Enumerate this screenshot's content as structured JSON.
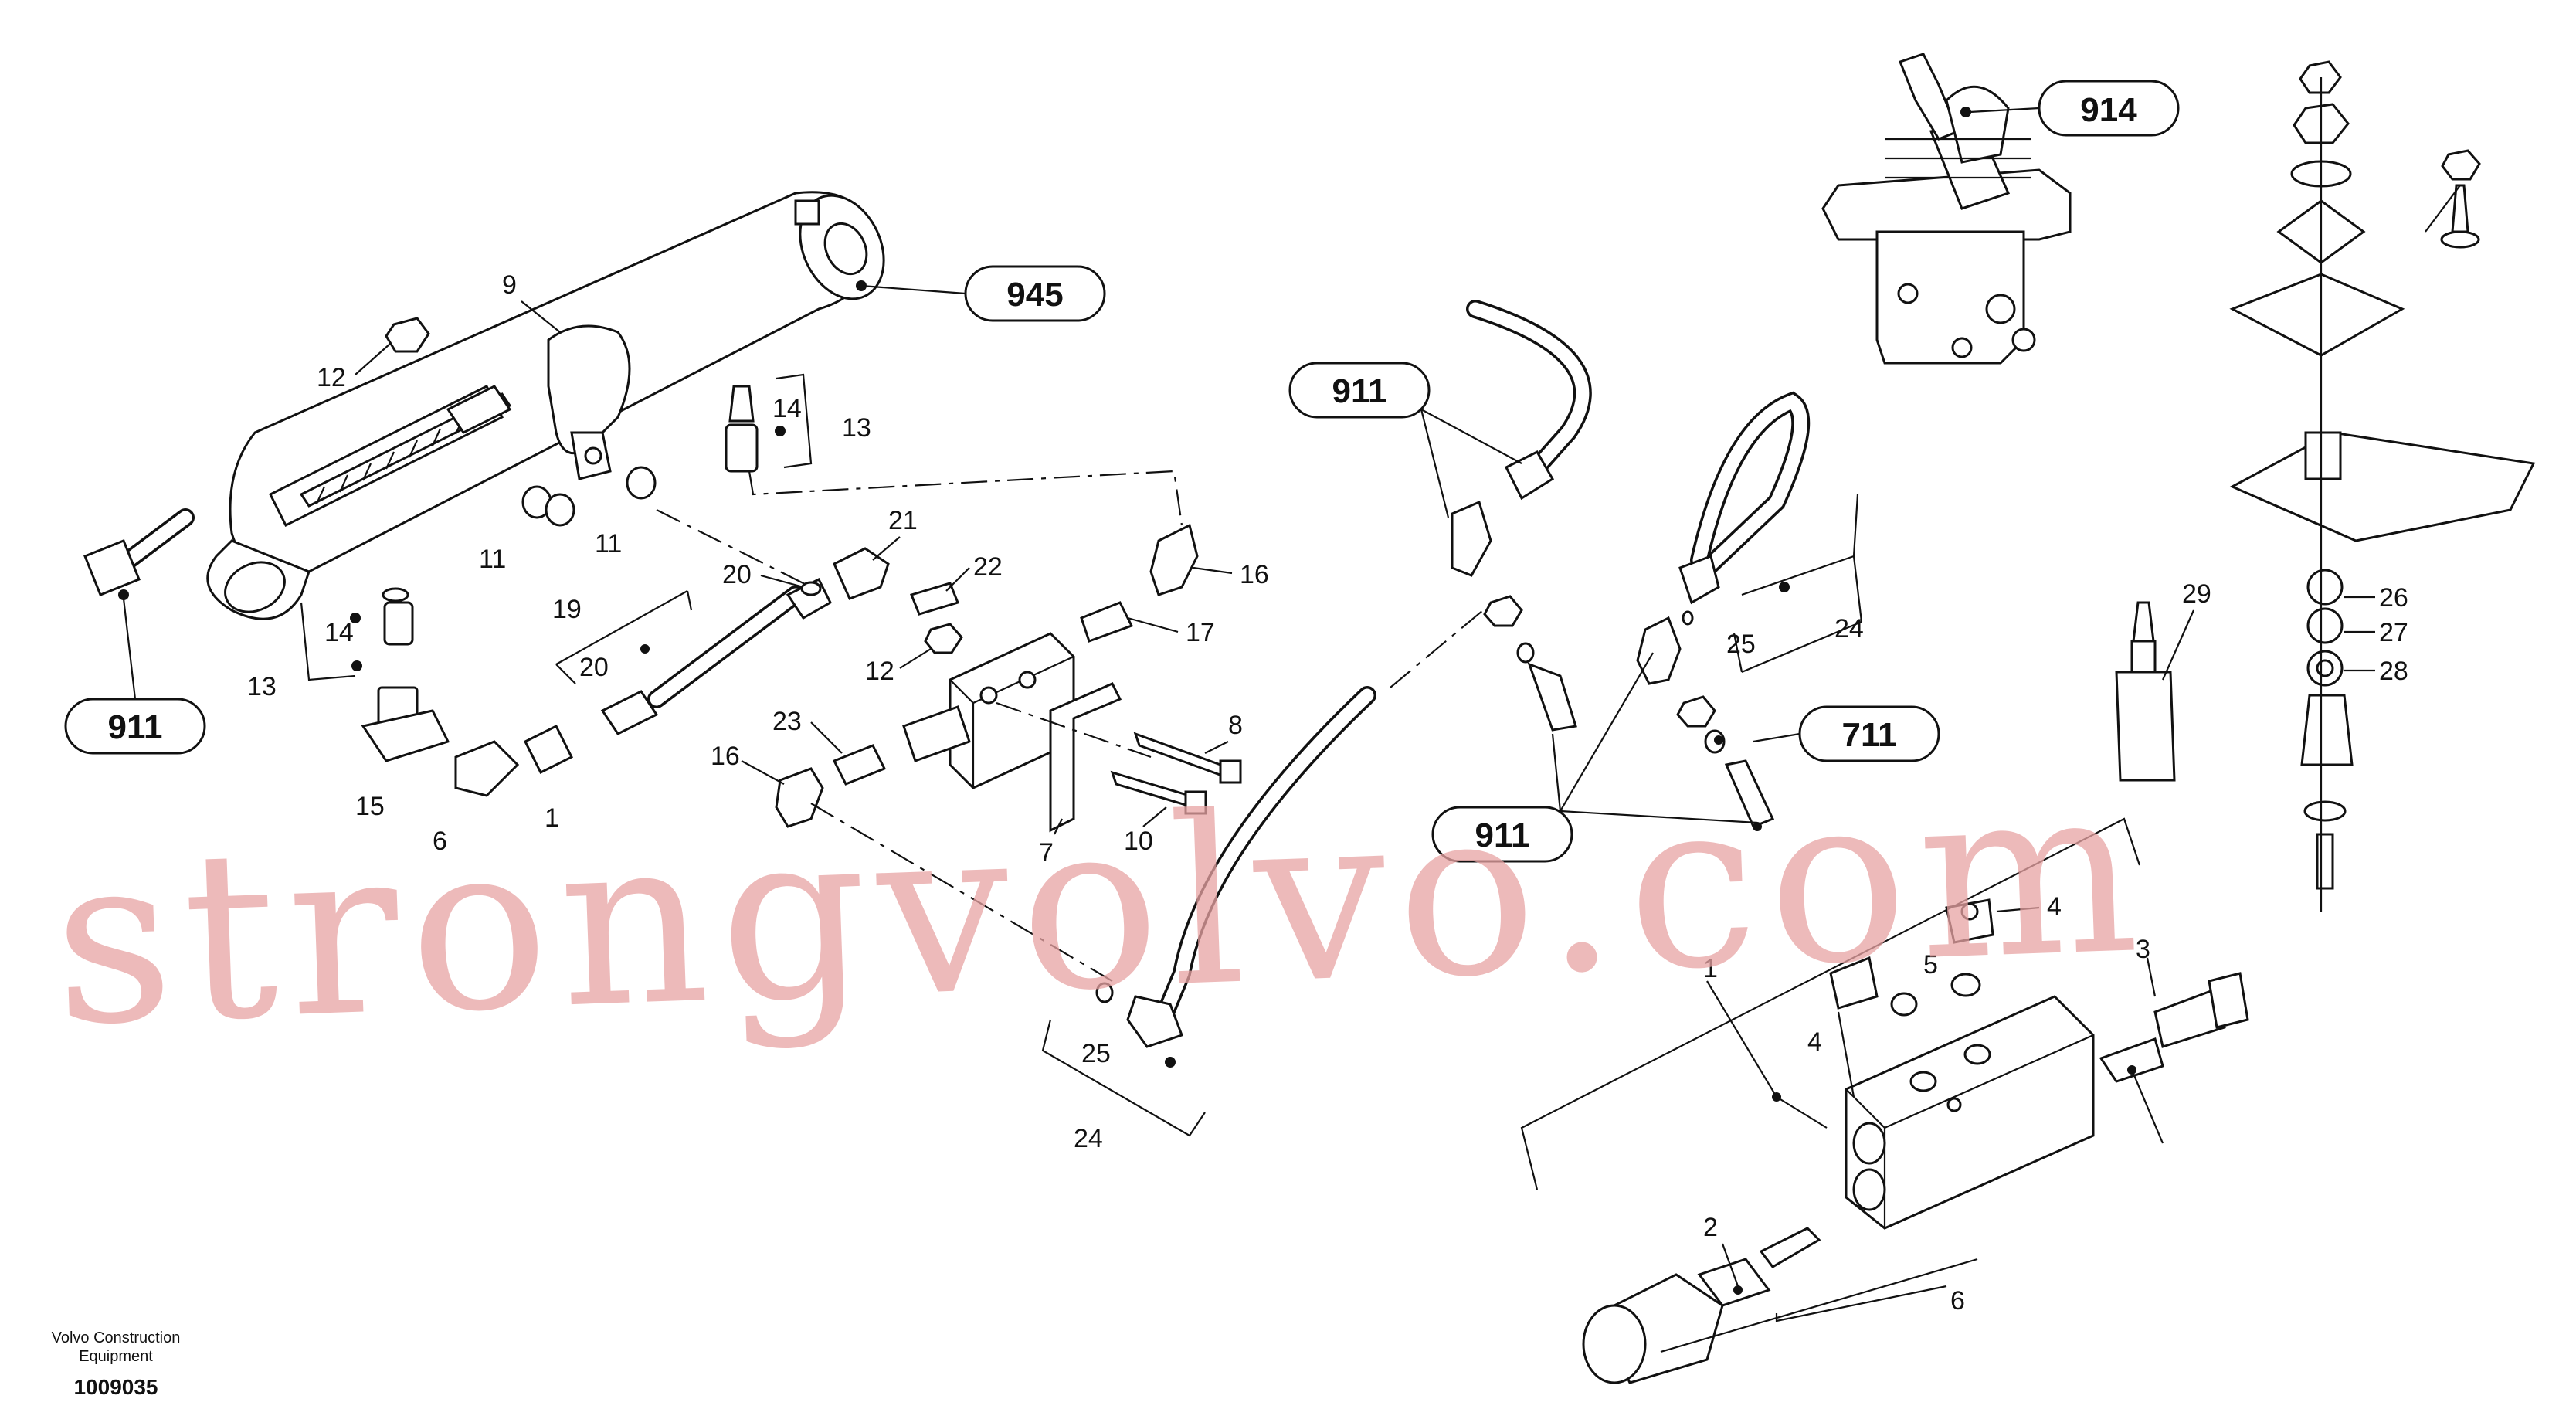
{
  "diagram": {
    "callouts": [
      "945",
      "914",
      "911",
      "911",
      "911",
      "711"
    ],
    "part_labels": [
      "9",
      "12",
      "14",
      "13",
      "11",
      "11",
      "16",
      "21",
      "20",
      "22",
      "17",
      "19",
      "12",
      "14",
      "20",
      "13",
      "23",
      "8",
      "16",
      "15",
      "6",
      "1",
      "10",
      "7",
      "25",
      "24",
      "25",
      "24",
      "26",
      "27",
      "28",
      "29",
      "4",
      "5",
      "3",
      "1",
      "4",
      "2",
      "6"
    ]
  },
  "footer": {
    "company_line1": "Volvo Construction",
    "company_line2": "Equipment",
    "drawing_number": "1009035"
  },
  "watermark": {
    "text": "strongvolvo.com",
    "color": "#e8a3a3"
  },
  "colors": {
    "line": "#111111",
    "background": "#ffffff"
  }
}
